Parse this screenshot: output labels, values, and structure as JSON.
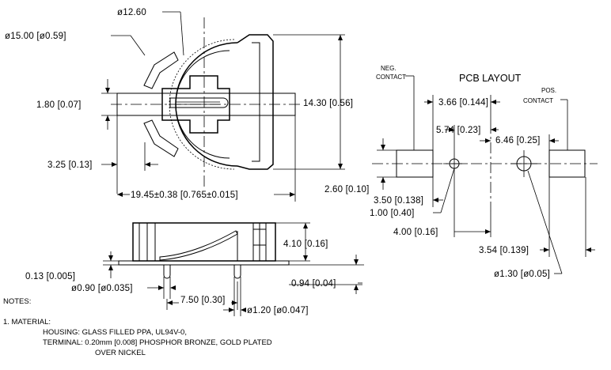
{
  "top_view": {
    "dia_12_60": "ø12.60",
    "dia_15_00": "ø15.00 [ø0.59]",
    "dim_1_80": "1.80 [0.07]",
    "dim_14_30": "14.30 [0.56]",
    "dim_3_25": "3.25 [0.13]",
    "dim_19_45": "19.45±0.38 [0.765±0.015]"
  },
  "side_view": {
    "dim_4_10": "4.10 [0.16]",
    "dim_0_13": "0.13 [0.005]",
    "dim_0_90": "ø0.90 [ø0.035]",
    "dim_7_50": "7.50 [0.30]",
    "dim_1_20": "ø1.20 [ø0.047]",
    "dim_0_94": "0.94 [0.04]"
  },
  "pcb_layout": {
    "title": "PCB LAYOUT",
    "neg_contact": [
      "NEG.",
      "CONTACT"
    ],
    "pos_contact": [
      "POS.",
      "CONTACT"
    ],
    "dim_3_66": "3.66 [0.144]",
    "dim_5_74": "5.74 [0.23]",
    "dim_6_46": "6.46 [0.25]",
    "dim_2_60": "2.60 [0.10]",
    "dim_3_50": "3.50 [0.138]",
    "dim_1_00": "1.00 [0.40]",
    "dim_4_00": "4.00 [0.16]",
    "dim_3_54": "3.54 [0.139]",
    "dim_1_30": "ø1.30 [ø0.05]"
  },
  "notes": {
    "heading": "NOTES:",
    "item1": "1. MATERIAL:",
    "housing": "HOUSING: GLASS FILLED PPA, UL94V-0,",
    "terminal": "TERMINAL: 0.20mm [0.008] PHOSPHOR BRONZE, GOLD PLATED",
    "terminal_cont": "OVER NICKEL"
  }
}
